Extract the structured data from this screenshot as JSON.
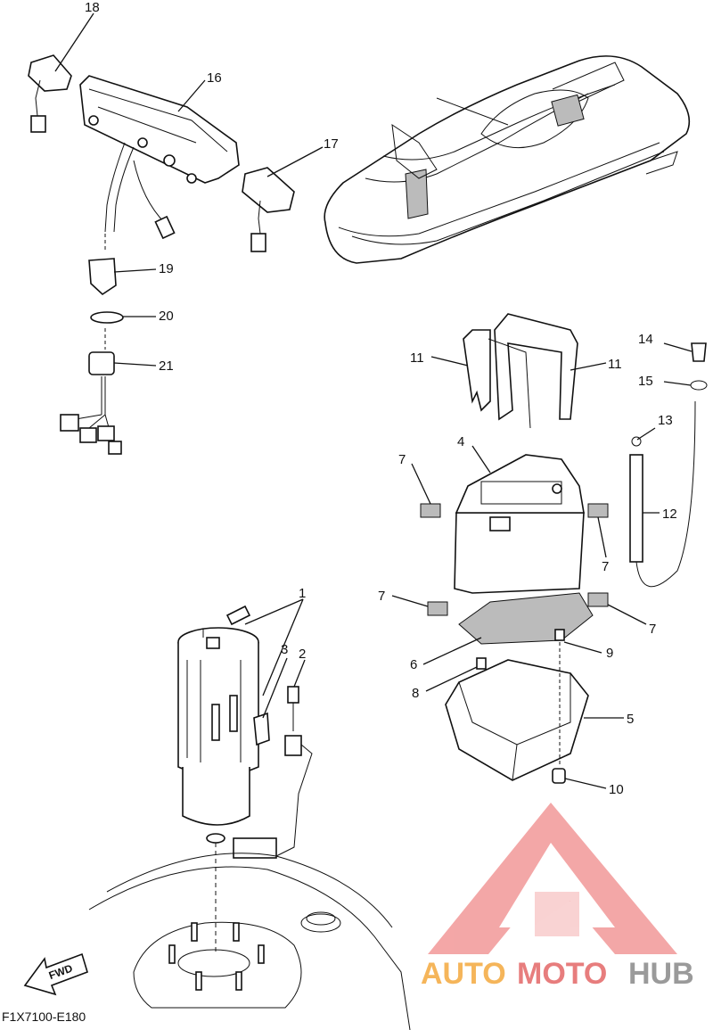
{
  "diagram": {
    "code": "F1X7100-E180",
    "fwd_label": "FWD",
    "callouts": {
      "c1": "1",
      "c2": "2",
      "c3": "3",
      "c4": "4",
      "c5": "5",
      "c6": "6",
      "c7a": "7",
      "c7b": "7",
      "c7c": "7",
      "c7d": "7",
      "c8": "8",
      "c9": "9",
      "c10": "10",
      "c11a": "11",
      "c11b": "11",
      "c12": "12",
      "c13": "13",
      "c14": "14",
      "c15": "15",
      "c16": "16",
      "c17": "17",
      "c18": "18",
      "c19": "19",
      "c20": "20",
      "c21": "21"
    }
  },
  "watermark": {
    "part1": "AUTO",
    "part2": "MOTO",
    "part3": "HUB",
    "colors": {
      "auto": "#f5b55a",
      "moto": "#e77d7d",
      "hub": "#9a9a9a",
      "logo": "#f08a8a"
    }
  }
}
